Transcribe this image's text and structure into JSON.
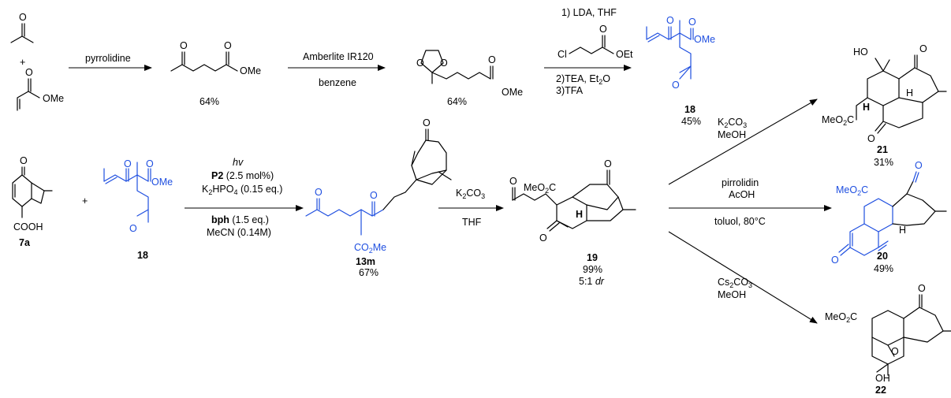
{
  "row1": {
    "plus": "+",
    "arrow1": {
      "top": "pyrrolidine",
      "yield": "64%"
    },
    "arrow2": {
      "top": "Amberlite IR120",
      "bottom": "benzene",
      "yield": "64%"
    },
    "arrow3": {
      "step1_prefix": "1) LDA, THF",
      "step2": "2)TEA, Et",
      "step2_sub": "2",
      "step2_end": "O",
      "step3": "3)TFA"
    },
    "product18": {
      "label": "18",
      "yield": "45%"
    }
  },
  "row2": {
    "compound7a": {
      "label": "7a",
      "cooh": "COOH"
    },
    "plus": "+",
    "compound18": {
      "label": "18"
    },
    "arrow_photo": {
      "hv": "hv",
      "p2": "P2",
      "p2_rest": " (2.5 mol%)",
      "base": "K",
      "base_sub1": "2",
      "base_mid": "HPO",
      "base_sub2": "4",
      "base_end": " (0.15 eq.)",
      "bph": "bph",
      "bph_rest": " (1.5 eq.)",
      "solvent": "MeCN (0.14M)"
    },
    "compound13m": {
      "label": "13m",
      "yield": "67%",
      "group": "CO",
      "group_sub": "2",
      "group_end": "Me"
    },
    "arrow_k2co3": {
      "top_a": "K",
      "top_sub": "2",
      "top_b": "CO",
      "top_sub2": "3",
      "bottom": "THF"
    },
    "compound19": {
      "label": "19",
      "yield": "99%",
      "dr_prefix": "5:1 ",
      "dr": "dr",
      "ester": "MeO",
      "ester_sub": "2",
      "ester_end": "C",
      "h": "H"
    },
    "branch_up": {
      "top_a": "K",
      "top_sub": "2",
      "top_b": "CO",
      "top_sub2": "3",
      "bottom": "MeOH"
    },
    "branch_mid": {
      "top": "pirrolidin",
      "mid": "AcOH",
      "bottom": "toluol, 80°C"
    },
    "branch_down": {
      "top_a": "Cs",
      "top_sub": "2",
      "top_b": "CO",
      "top_sub2": "3",
      "bottom": "MeOH"
    },
    "compound21": {
      "label": "21",
      "yield": "31%",
      "ho": "HO",
      "ester": "MeO",
      "ester_sub": "2",
      "ester_end": "C",
      "h": "H"
    },
    "compound20": {
      "label": "20",
      "yield": "49%",
      "ester": "MeO",
      "ester_sub": "2",
      "ester_end": "C",
      "h": "H"
    },
    "compound22": {
      "label": "22",
      "ester": "MeO",
      "ester_sub": "2",
      "ester_end": "C",
      "oh": "OH"
    }
  },
  "atoms": {
    "O": "O",
    "OMe": "OMe",
    "OEt": "OEt",
    "Cl": "Cl",
    "H": "H"
  },
  "colors": {
    "highlight": "#1f4fe0",
    "ink": "#000000"
  }
}
